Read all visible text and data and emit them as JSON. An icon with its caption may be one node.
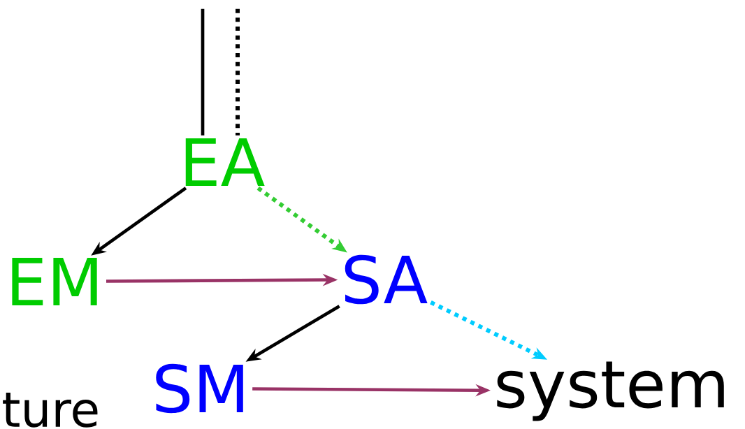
{
  "diagram": {
    "nodes": [
      {
        "text": [
          "EA"
        ]
      },
      {
        "text": [
          "EM"
        ]
      },
      {
        "text": [
          "SA"
        ]
      },
      {
        "text": [
          "SM"
        ]
      },
      {
        "text": [
          "system"
        ]
      }
    ],
    "edges": [
      {
        "from": null,
        "to": 0,
        "arrow": "none"
      },
      {
        "from": null,
        "to": 0,
        "arrow": "none",
        "style": "dashed"
      },
      {
        "from": 0,
        "to": 1,
        "arrow": "to"
      },
      {
        "from": 0,
        "to": 2,
        "arrow": "to",
        "style": "dashed",
        "color": "#33cc33"
      },
      {
        "from": 1,
        "to": 2,
        "arrow": "to",
        "color": "#993366"
      },
      {
        "from": 2,
        "to": 3,
        "arrow": "to"
      },
      {
        "from": 2,
        "to": 4,
        "arrow": "to",
        "style": "dashed",
        "color": "#00ccff"
      },
      {
        "from": 3,
        "to": 4,
        "arrow": "to",
        "color": "#993366"
      }
    ],
    "labels": [
      "ture"
    ]
  }
}
